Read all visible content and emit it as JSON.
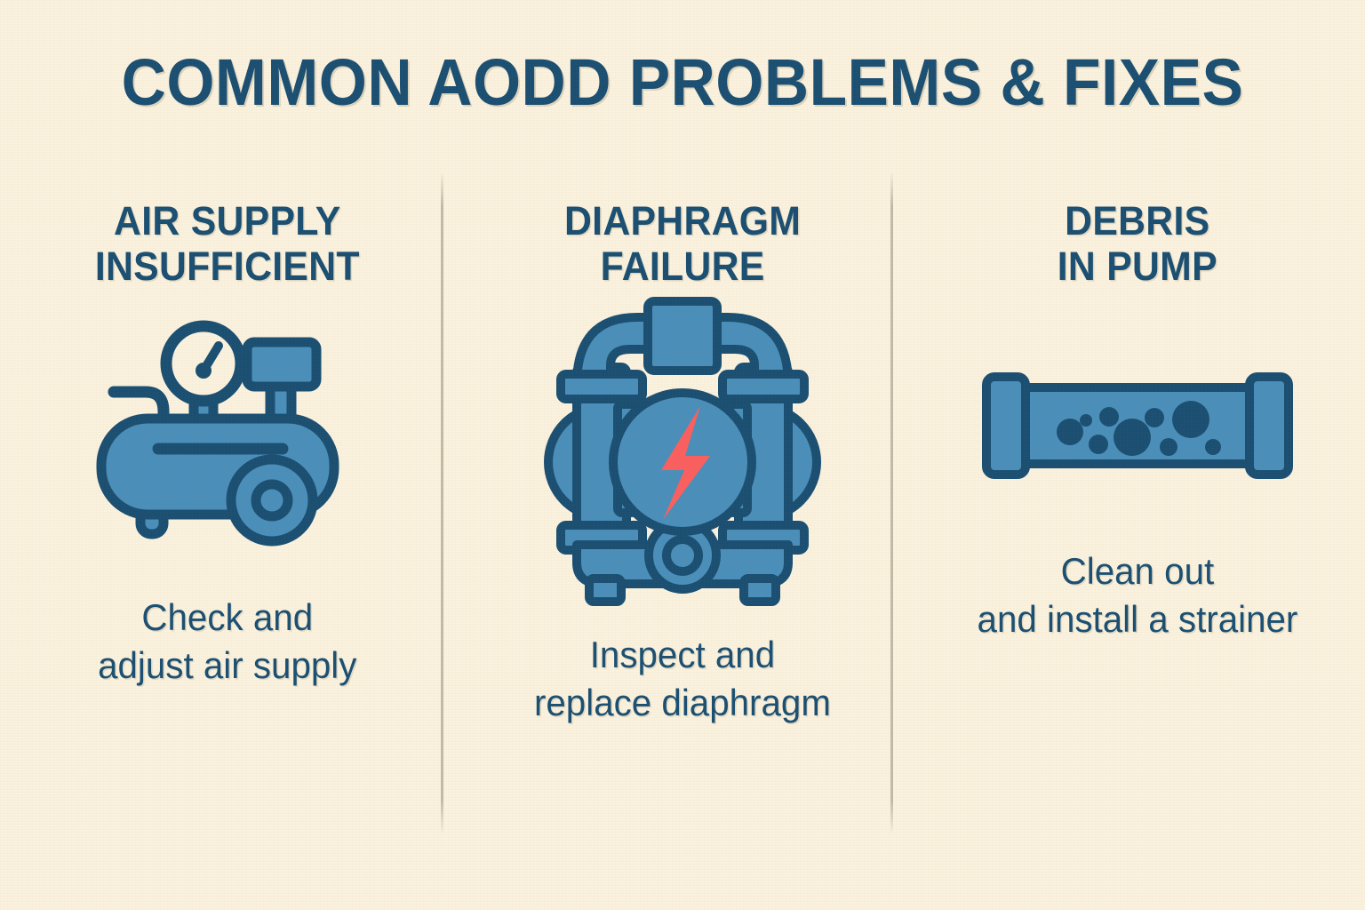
{
  "poster": {
    "title": "COMMON AODD PROBLEMS & FIXES",
    "background_color": "#faf2de",
    "ink_color": "#1b4f72",
    "fill_color": "#4a8fba",
    "accent_color": "#f9605f",
    "divider_color": "#b0a894"
  },
  "columns": [
    {
      "id": "air-supply-insufficient",
      "heading_line1": "AIR SUPPLY",
      "heading_line2": "INSUFFICIENT",
      "icon": "air-compressor-icon",
      "caption_line1": "Check and",
      "caption_line2": "adjust air supply"
    },
    {
      "id": "diaphragm-failure",
      "heading_line1": "DIAPHRAGM",
      "heading_line2": "FAILURE",
      "icon": "aodd-pump-icon",
      "caption_line1": "Inspect and",
      "caption_line2": "replace diaphragm"
    },
    {
      "id": "debris-in-pump",
      "heading_line1": "DEBRIS",
      "heading_line2": "IN PUMP",
      "icon": "clogged-pipe-icon",
      "caption_line1": "Clean out",
      "caption_line2": "and install a strainer"
    }
  ]
}
